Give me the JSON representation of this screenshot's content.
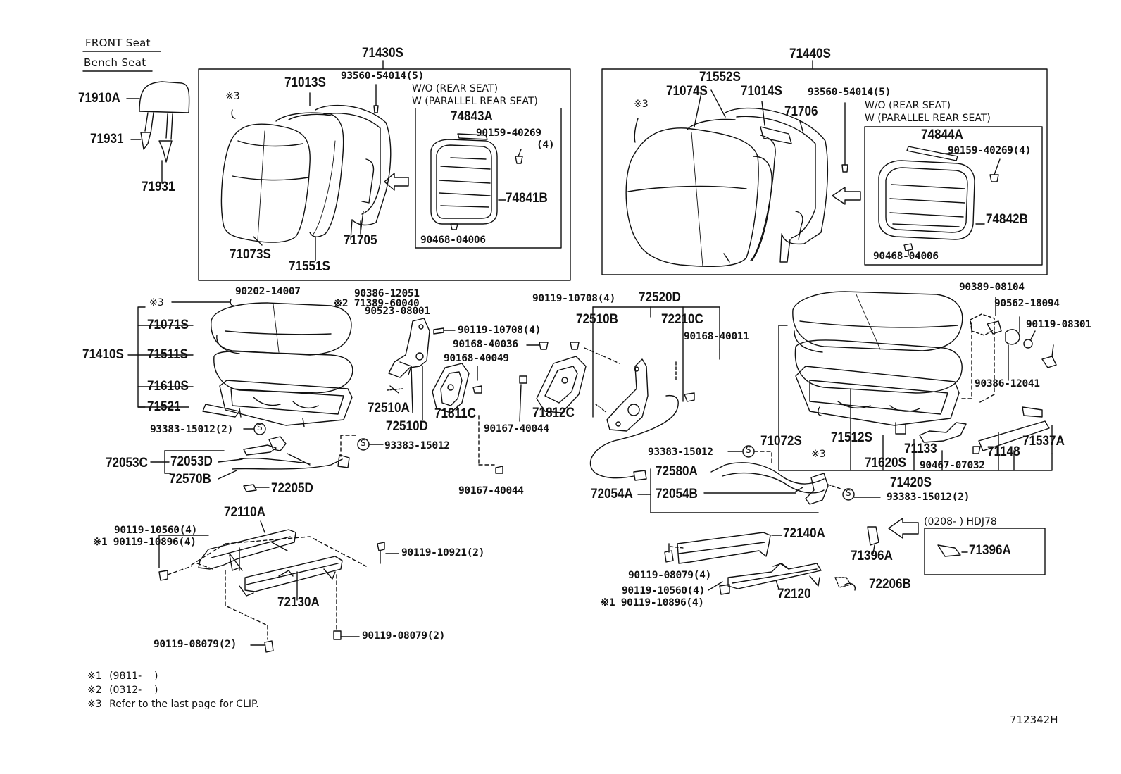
{
  "header": {
    "section": "FRONT Seat",
    "subsection": "Bench Seat"
  },
  "notes": [
    {
      "mark": "※1",
      "text": "(9811-    )"
    },
    {
      "mark": "※2",
      "text": "(0312-    )"
    },
    {
      "mark": "※3",
      "text": "Refer to the last page for CLIP."
    }
  ],
  "diagram_code": "712342H",
  "groups": {
    "left_back": {
      "assembly": "71430S",
      "variant_lines": [
        "W/O (REAR SEAT)",
        "W (PARALLEL REAR SEAT)"
      ]
    },
    "right_back": {
      "assembly": "71440S",
      "variant_lines": [
        "W/O (REAR SEAT)",
        "W (PARALLEL REAR SEAT)"
      ]
    },
    "left_cushion": {
      "assembly": "71410S"
    },
    "right_cushion": {
      "assembly": "71420S"
    },
    "hdj": {
      "range": "(0208-          ) HDJ78"
    }
  },
  "labels": {
    "headrest": "71910A",
    "headrest_support_1": "71931",
    "headrest_support_2": "71931",
    "l_71013": "71013S",
    "l_93560": "93560-54014(5)",
    "l_note3a": "※3",
    "l_74843": "74843A",
    "l_90159": "90159-40269",
    "l_90159_qty": "(4)",
    "l_74841": "74841B",
    "l_90468": "90468-04006",
    "l_71705": "71705",
    "l_71073": "71073S",
    "l_71551": "71551S",
    "r_71552": "71552S",
    "r_71074": "71074S",
    "r_71014": "71014S",
    "r_71706": "71706",
    "r_93560": "93560-54014(5)",
    "r_note3": "※3",
    "r_74844": "74844A",
    "r_90159": "90159-40269(4)",
    "r_74842": "74842B",
    "r_90468": "90468-04006",
    "c_90202": "90202-14007",
    "c_90386": "90386-12051",
    "c_71389": "※2 71389-60040",
    "c_90523": "90523-08001",
    "c_note3": "※3",
    "c_71071": "71071S",
    "c_71511": "71511S",
    "c_71610": "71610S",
    "c_71521": "71521",
    "c_93383a": "93383-15012(2)",
    "c_93383b": "93383-15012",
    "c_72053c": "72053C",
    "c_72053d": "72053D",
    "c_72570": "72570B",
    "c_72205": "72205D",
    "h_90119a": "90119-10708(4)",
    "h_90168a": "90168-40036",
    "h_90168b": "90168-40049",
    "h_72510a": "72510A",
    "h_72510d": "72510D",
    "h_71811": "71811C",
    "h_90167a": "90167-40044",
    "h_90167b": "90167-40044",
    "h_71812": "71812C",
    "h_90119b": "90119-10708(4)",
    "h_72520": "72520D",
    "h_72510b": "72510B",
    "h_72210": "72210C",
    "h_90168c": "90168-40011",
    "m_93383": "93383-15012",
    "m_72580": "72580A",
    "m_72054a": "72054A",
    "m_72054b": "72054B",
    "m_93383b": "93383-15012(2)",
    "rc_90389": "90389-08104",
    "rc_90562": "90562-18094",
    "rc_90119": "90119-08301",
    "rc_90386": "90386-12041",
    "rc_71072": "71072S",
    "rc_71512": "71512S",
    "rc_note3": "※3",
    "rc_71133": "71133",
    "rc_71620": "71620S",
    "rc_90467": "90467-07032",
    "rc_71148": "71148",
    "rc_71537": "71537A",
    "s_72110": "72110A",
    "s_90119a": "90119-10560(4)",
    "s_90119b": "※1 90119-10896(4)",
    "s_90119c": "90119-10921(2)",
    "s_72130": "72130A",
    "s_90119d": "90119-08079(2)",
    "s_90119e": "90119-08079(2)",
    "rs_72140": "72140A",
    "rs_90119a": "90119-08079(4)",
    "rs_90119b": "90119-10560(4)",
    "rs_90119c": "※1 90119-10896(4)",
    "rs_72120": "72120",
    "rs_72206": "72206B",
    "rs_71396a": "71396A",
    "rs_71396b": "71396A"
  },
  "symbols": {
    "s_mark": "S"
  }
}
